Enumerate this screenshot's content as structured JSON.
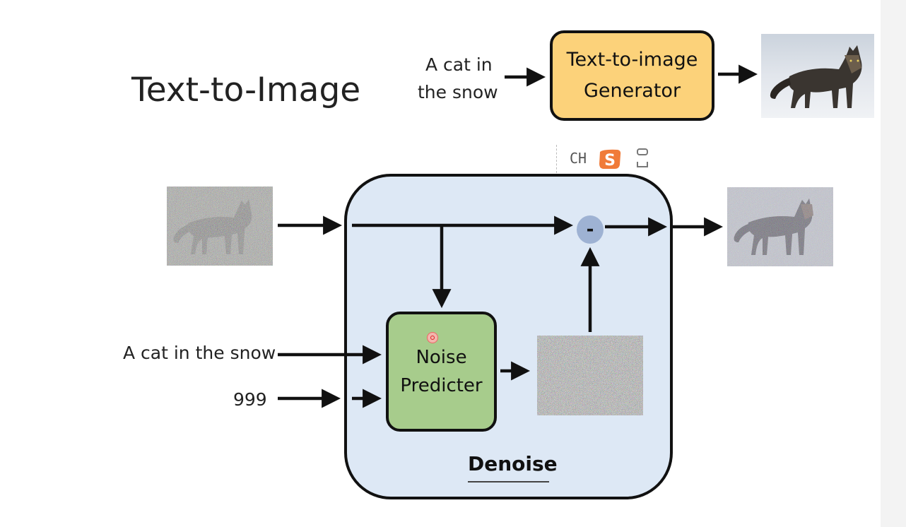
{
  "title": "Text-to-Image",
  "top_prompt_line1": "A cat in",
  "top_prompt_line2": "the snow",
  "generator_line1": "Text-to-image",
  "generator_line2": "Generator",
  "prompt": "A cat in the snow",
  "step": "999",
  "noise_predicter_line1": "Noise",
  "noise_predicter_line2": "Predicter",
  "denoise_label": "Denoise",
  "subtract_symbol": "-",
  "ime_indicator": "CH",
  "colors": {
    "generator_fill": "#fcd27a",
    "denoise_fill": "#dde8f5",
    "noise_predicter_fill": "#a7cc8c",
    "subtract_fill": "#9eb2d3",
    "ime_logo": "#f07b39"
  },
  "icons": [
    "cat-output-image",
    "noisy-cat-input-image",
    "less-noisy-cat-output-image",
    "predicted-noise-image",
    "ime-logo-icon",
    "cursor-icon"
  ]
}
